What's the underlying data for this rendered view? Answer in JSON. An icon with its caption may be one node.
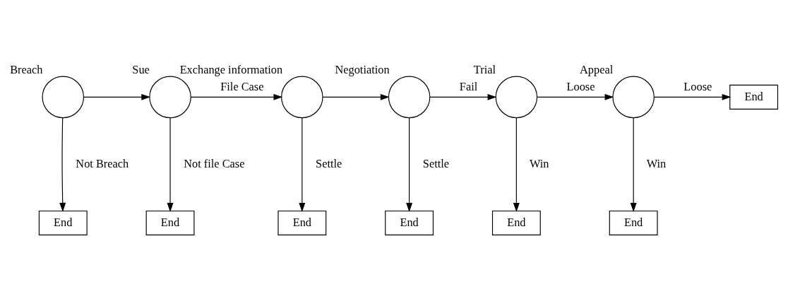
{
  "diagram": {
    "nodes": [
      {
        "text": [
          "Breach"
        ]
      },
      {
        "text": [
          "Sue"
        ]
      },
      {
        "text": [
          "Exchange information"
        ]
      },
      {
        "text": [
          "Negotiation"
        ]
      },
      {
        "text": [
          "Trial"
        ]
      },
      {
        "text": [
          "Appeal"
        ]
      },
      {
        "text": [
          "End"
        ]
      },
      {
        "text": [
          "End"
        ]
      },
      {
        "text": [
          "End"
        ]
      },
      {
        "text": [
          "End"
        ]
      },
      {
        "text": [
          "End"
        ]
      },
      {
        "text": [
          "End"
        ]
      },
      {
        "text": [
          "End"
        ]
      }
    ],
    "edges": [
      {
        "from": 0,
        "to": 1,
        "arrow": "to"
      },
      {
        "from": 1,
        "to": 2,
        "label": "File Case",
        "arrow": "to"
      },
      {
        "from": 2,
        "to": 3,
        "arrow": "to"
      },
      {
        "from": 3,
        "to": 4,
        "label": "Fail",
        "arrow": "to"
      },
      {
        "from": 4,
        "to": 5,
        "label": "Loose",
        "arrow": "to"
      },
      {
        "from": 5,
        "to": 6,
        "label": "Loose",
        "arrow": "to"
      },
      {
        "from": 0,
        "to": 7,
        "label": "Not Breach",
        "arrow": "to"
      },
      {
        "from": 1,
        "to": 8,
        "label": "Not file Case",
        "arrow": "to"
      },
      {
        "from": 2,
        "to": 9,
        "label": "Settle",
        "arrow": "to"
      },
      {
        "from": 3,
        "to": 10,
        "label": "Settle",
        "arrow": "to"
      },
      {
        "from": 4,
        "to": 11,
        "label": "Win",
        "arrow": "to"
      },
      {
        "from": 5,
        "to": 12,
        "label": "Win",
        "arrow": "to"
      }
    ]
  }
}
